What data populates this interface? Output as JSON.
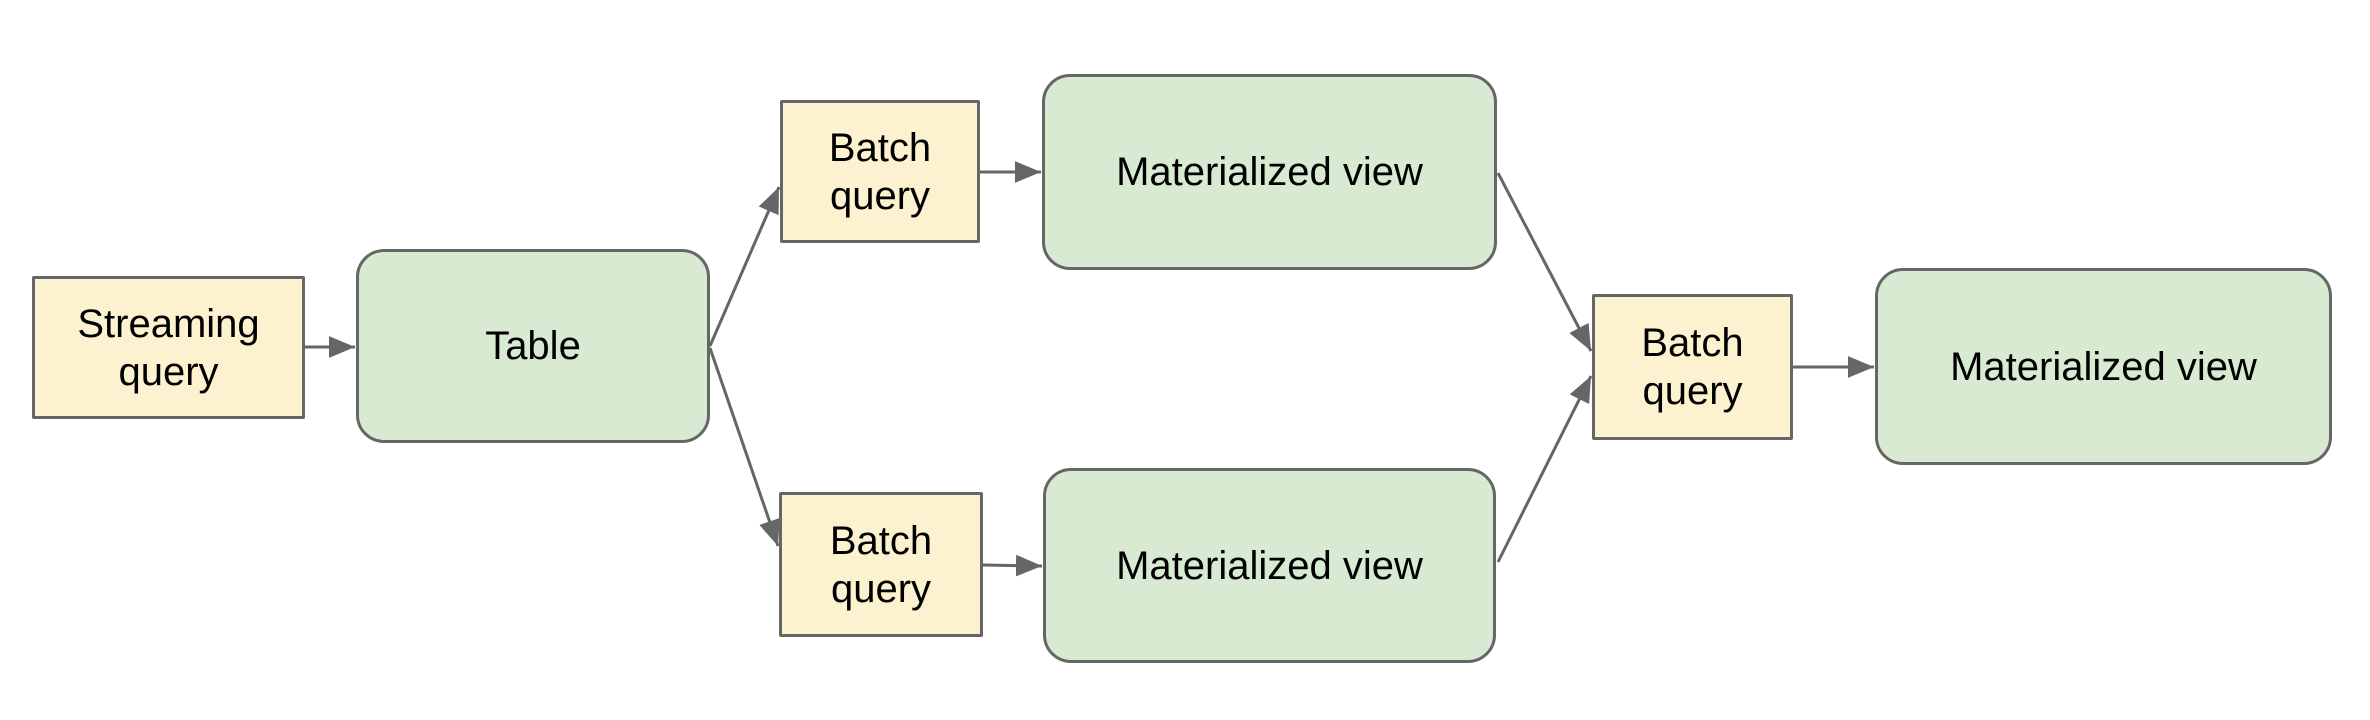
{
  "diagram": {
    "type": "dataflow",
    "background": "#ffffff"
  },
  "colors": {
    "query_node_fill": "#fdf2d0",
    "view_node_fill": "#d9ead3",
    "node_border": "#666666",
    "arrow": "#666666",
    "text": "#000000"
  },
  "nodes": [
    {
      "id": "streaming-query",
      "label": "Streaming query",
      "kind": "query"
    },
    {
      "id": "table",
      "label": "Table",
      "kind": "table"
    },
    {
      "id": "batch-query-top",
      "label": "Batch query",
      "kind": "query"
    },
    {
      "id": "materialized-view-top",
      "label": "Materialized view",
      "kind": "view"
    },
    {
      "id": "batch-query-bottom",
      "label": "Batch query",
      "kind": "query"
    },
    {
      "id": "materialized-view-bottom",
      "label": "Materialized view",
      "kind": "view"
    },
    {
      "id": "batch-query-right",
      "label": "Batch query",
      "kind": "query"
    },
    {
      "id": "materialized-view-right",
      "label": "Materialized view",
      "kind": "view"
    }
  ],
  "edges": [
    {
      "from": "streaming-query",
      "to": "table"
    },
    {
      "from": "table",
      "to": "batch-query-top"
    },
    {
      "from": "table",
      "to": "batch-query-bottom"
    },
    {
      "from": "batch-query-top",
      "to": "materialized-view-top"
    },
    {
      "from": "batch-query-bottom",
      "to": "materialized-view-bottom"
    },
    {
      "from": "materialized-view-top",
      "to": "batch-query-right"
    },
    {
      "from": "materialized-view-bottom",
      "to": "batch-query-right"
    },
    {
      "from": "batch-query-right",
      "to": "materialized-view-right"
    }
  ]
}
